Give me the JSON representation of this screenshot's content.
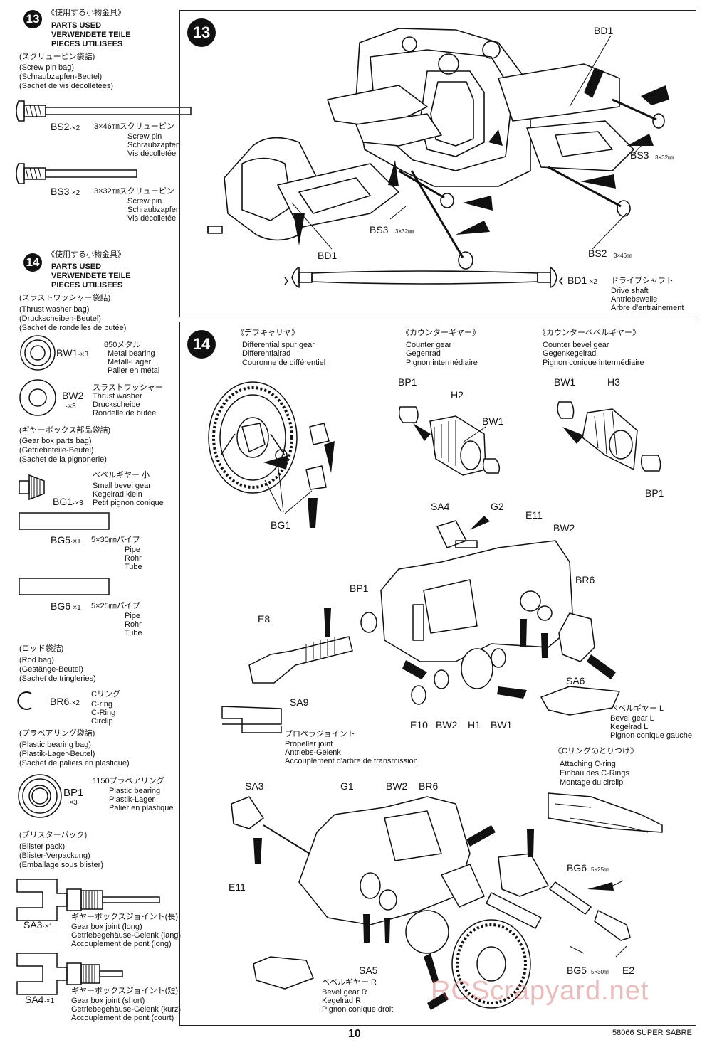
{
  "left": {
    "s13": {
      "num": "13",
      "jp": "《使用する小物金具》",
      "en": "PARTS USED",
      "de": "VERWENDETE TEILE",
      "fr": "PIECES UTILISEES",
      "bag_jp": "(スクリューピン袋詰)",
      "bag_en": "(Screw pin bag)",
      "bag_de": "(Schraubzapfen-Beutel)",
      "bag_fr": "(Sachet de vis décolletées)",
      "items": [
        {
          "code": "BS2",
          "qty": "·×2",
          "size": "3×46㎜スクリューピン",
          "en": "Screw pin",
          "de": "Schraubzapfen",
          "fr": "Vis décolletée"
        },
        {
          "code": "BS3",
          "qty": "·×2",
          "size": "3×32㎜スクリューピン",
          "en": "Screw pin",
          "de": "Schraubzapfen",
          "fr": "Vis décolletée"
        }
      ]
    },
    "s14": {
      "num": "14",
      "jp": "《使用する小物金具》",
      "en": "PARTS USED",
      "de": "VERWENDETE TEILE",
      "fr": "PIECES UTILISEES",
      "washer_bag": [
        "(スラストワッシャー袋詰)",
        "(Thrust washer bag)",
        "(Druckscheiben-Beutel)",
        "(Sachet de rondelles de butée)"
      ],
      "bw1": {
        "code": "BW1",
        "qty": "·×3",
        "jp": "850メタル",
        "en": "Metal bearing",
        "de": "Metall-Lager",
        "fr": "Palier en métal"
      },
      "bw2": {
        "code": "BW2",
        "qty": "·×3",
        "jp": "スラストワッシャー",
        "en": "Thrust washer",
        "de": "Druckscheibe",
        "fr": "Rondelle de butée"
      },
      "gear_bag": [
        "(ギヤーボックス部品袋詰)",
        "(Gear box parts bag)",
        "(Getriebeteile-Beutel)",
        "(Sachet de la pignonerie)"
      ],
      "bg1": {
        "code": "BG1",
        "qty": "·×3",
        "jp": "ベベルギヤー 小",
        "en": "Small bevel gear",
        "de": "Kegelrad klein",
        "fr": "Petit pignon conique"
      },
      "bg5": {
        "code": "BG5",
        "qty": "·×1",
        "size": "5×30㎜パイプ",
        "en": "Pipe",
        "de": "Rohr",
        "fr": "Tube"
      },
      "bg6": {
        "code": "BG6",
        "qty": "·×1",
        "size": "5×25㎜パイプ",
        "en": "Pipe",
        "de": "Rohr",
        "fr": "Tube"
      },
      "rod_bag": [
        "(ロッド袋詰)",
        "(Rod bag)",
        "(Gestänge-Beutel)",
        "(Sachet de tringleries)"
      ],
      "br6": {
        "code": "BR6",
        "qty": "·×2",
        "jp": "Cリング",
        "en": "C-ring",
        "de": "C-Ring",
        "fr": "Circlip"
      },
      "plastic_bag": [
        "(プラベアリング袋詰)",
        "(Plastic bearing bag)",
        "(Plastik-Lager-Beutel)",
        "(Sachet de paliers en plastique)"
      ],
      "bp1": {
        "code": "BP1",
        "qty": "·×3",
        "jp": "1150プラベアリング",
        "en": "Plastic bearing",
        "de": "Plastik-Lager",
        "fr": "Palier en plastique"
      },
      "blister": [
        "(ブリスターパック)",
        "(Blister pack)",
        "(Blister-Verpackung)",
        "(Emballage sous blister)"
      ],
      "sa3": {
        "code": "SA3",
        "qty": "·×1",
        "jp": "ギヤーボックスジョイント(長)",
        "en": "Gear box joint (long)",
        "de": "Getriebegehäuse-Gelenk (lang)",
        "fr": "Accouplement de pont (long)"
      },
      "sa4": {
        "code": "SA4",
        "qty": "·×1",
        "jp": "ギヤーボックスジョイント(短)",
        "en": "Gear box joint (short)",
        "de": "Getriebegehäuse-Gelenk (kurz)",
        "fr": "Accouplement de pont (court)"
      }
    }
  },
  "step13": {
    "num": "13",
    "labels": {
      "bd1_top": "BD1",
      "bs3_right": "BS3",
      "bs3_right_size": "3×32㎜",
      "bs3_mid": "BS3",
      "bs3_mid_size": "3×32㎜",
      "bd1_left": "BD1",
      "bs2": "BS2",
      "bs2_size": "3×46㎜"
    },
    "driveshaft": {
      "code": "BD1",
      "qty": "·×2",
      "jp": "ドライブシャフト",
      "en": "Drive shaft",
      "de": "Antriebswelle",
      "fr": "Arbre d'entrainement"
    }
  },
  "step14": {
    "num": "14",
    "diff": {
      "jp": "《デフキャリヤ》",
      "en": "Differential spur gear",
      "de": "Differentialrad",
      "fr": "Couronne de différentiel"
    },
    "counter": {
      "jp": "《カウンターギヤー》",
      "en": "Counter gear",
      "de": "Gegenrad",
      "fr": "Pignon intermédiaire"
    },
    "counterbevel": {
      "jp": "《カウンターベベルギヤー》",
      "en": "Counter bevel gear",
      "de": "Gegenkegelrad",
      "fr": "Pignon conique intermédiaire"
    },
    "labels": {
      "bg1": "BG1",
      "bp1_a": "BP1",
      "h2": "H2",
      "bw1_a": "BW1",
      "bw1_b": "BW1",
      "h3": "H3",
      "bp1_b": "BP1",
      "sa4": "SA4",
      "g2": "G2",
      "e11_a": "E11",
      "bw2_a": "BW2",
      "br6_a": "BR6",
      "bp1_c": "BP1",
      "e8": "E8",
      "sa6": "SA6",
      "sa9": "SA9",
      "e10": "E10",
      "bw2_b": "BW2",
      "h1": "H1",
      "bw1_c": "BW1",
      "sa3": "SA3",
      "g1": "G1",
      "bw2_c": "BW2",
      "br6_b": "BR6",
      "e11_b": "E11",
      "bg6": "BG6",
      "bg6_size": "5×25㎜",
      "sa5": "SA5",
      "bg5": "BG5",
      "bg5_size": "5×30㎜",
      "e2": "E2"
    },
    "bevel_l": {
      "jp": "ベベルギヤー L",
      "en": "Bevel gear L",
      "de": "Kegelrad L",
      "fr": "Pignon conique gauche"
    },
    "propeller": {
      "jp": "プロペラジョイント",
      "en": "Propeller joint",
      "de": "Antriebs-Gelenk",
      "fr": "Accouplement d'arbre de transmission"
    },
    "cring": {
      "jp": "《Cリングのとりつけ》",
      "en": "Attaching C-ring",
      "de": "Einbau des C-Rings",
      "fr": "Montage du circlip"
    },
    "bevel_r": {
      "jp": "ベベルギヤー R",
      "en": "Bevel gear R",
      "de": "Kegelrad R",
      "fr": "Pignon conique droit"
    }
  },
  "footer": {
    "page": "10",
    "model": "58066 SUPER SABRE",
    "watermark": "RCScrapyard.net"
  }
}
